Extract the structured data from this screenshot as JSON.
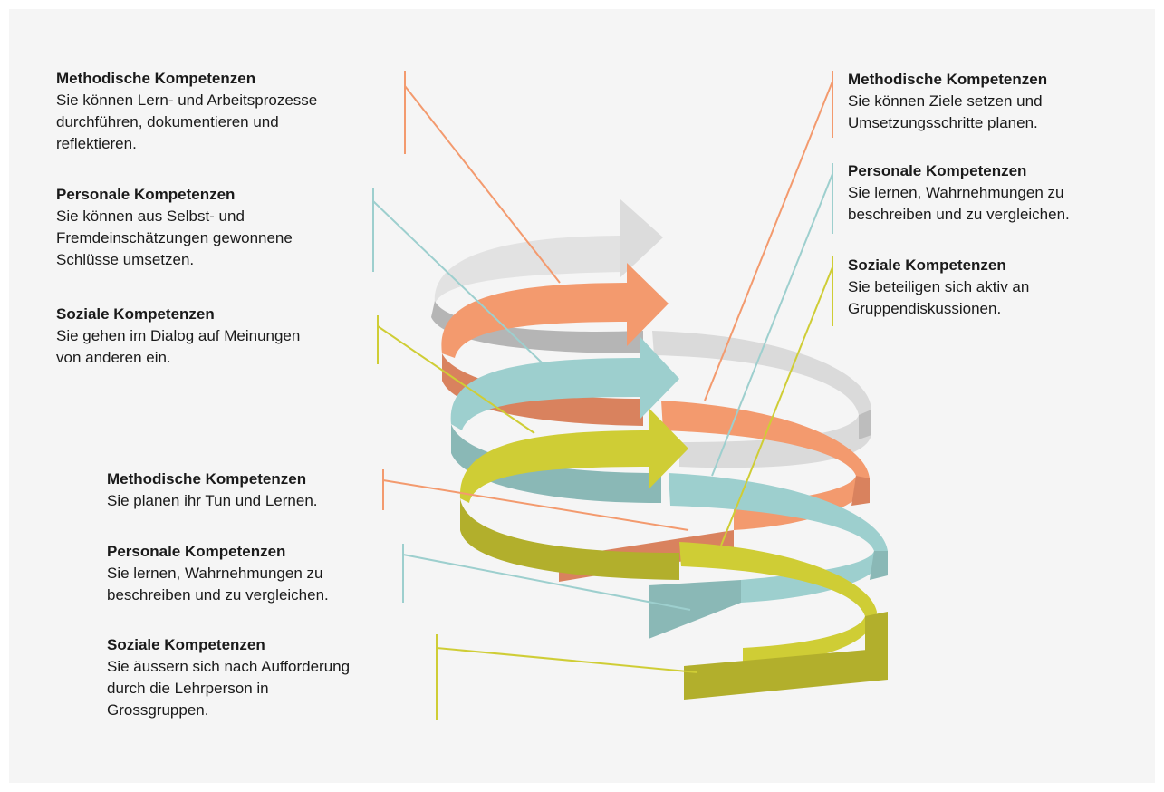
{
  "colors": {
    "orange": "#f39a6e",
    "teal": "#9dcfce",
    "yellow": "#cfcd35",
    "gray": "#d9d9d9"
  },
  "blocks": {
    "left_top_methodisch": {
      "title": "Methodische Kompetenzen",
      "lines": [
        "Sie können Lern- und Arbeitsprozesse",
        "durchführen, dokumentieren und",
        "reflektieren."
      ],
      "color": "orange"
    },
    "left_top_personal": {
      "title": "Personale Kompetenzen",
      "lines": [
        "Sie können aus Selbst- und",
        "Fremdeinschätzungen gewonnene",
        "Schlüsse umsetzen."
      ],
      "color": "teal"
    },
    "left_top_sozial": {
      "title": "Soziale Kompetenzen",
      "lines": [
        "Sie gehen im Dialog auf Meinungen",
        "von anderen ein."
      ],
      "color": "yellow"
    },
    "right_methodisch": {
      "title": "Methodische Kompetenzen",
      "lines": [
        "Sie können Ziele setzen und",
        "Umsetzungsschritte planen."
      ],
      "color": "orange"
    },
    "right_personal": {
      "title": "Personale Kompetenzen",
      "lines": [
        "Sie lernen, Wahrnehmungen zu",
        "beschreiben und zu vergleichen."
      ],
      "color": "teal"
    },
    "right_sozial": {
      "title": "Soziale Kompetenzen",
      "lines": [
        "Sie beteiligen sich aktiv an",
        "Gruppendiskussionen."
      ],
      "color": "yellow"
    },
    "left_bottom_methodisch": {
      "title": "Methodische Kompetenzen",
      "lines": [
        "Sie planen ihr Tun und Lernen."
      ],
      "color": "orange"
    },
    "left_bottom_personal": {
      "title": "Personale Kompetenzen",
      "lines": [
        "Sie lernen, Wahrnehmungen zu",
        "beschreiben und zu vergleichen."
      ],
      "color": "teal"
    },
    "left_bottom_sozial": {
      "title": "Soziale Kompetenzen",
      "lines": [
        "Sie äussern sich nach Aufforderung",
        "durch die Lehrperson in",
        "Grossgruppen."
      ],
      "color": "yellow"
    }
  }
}
